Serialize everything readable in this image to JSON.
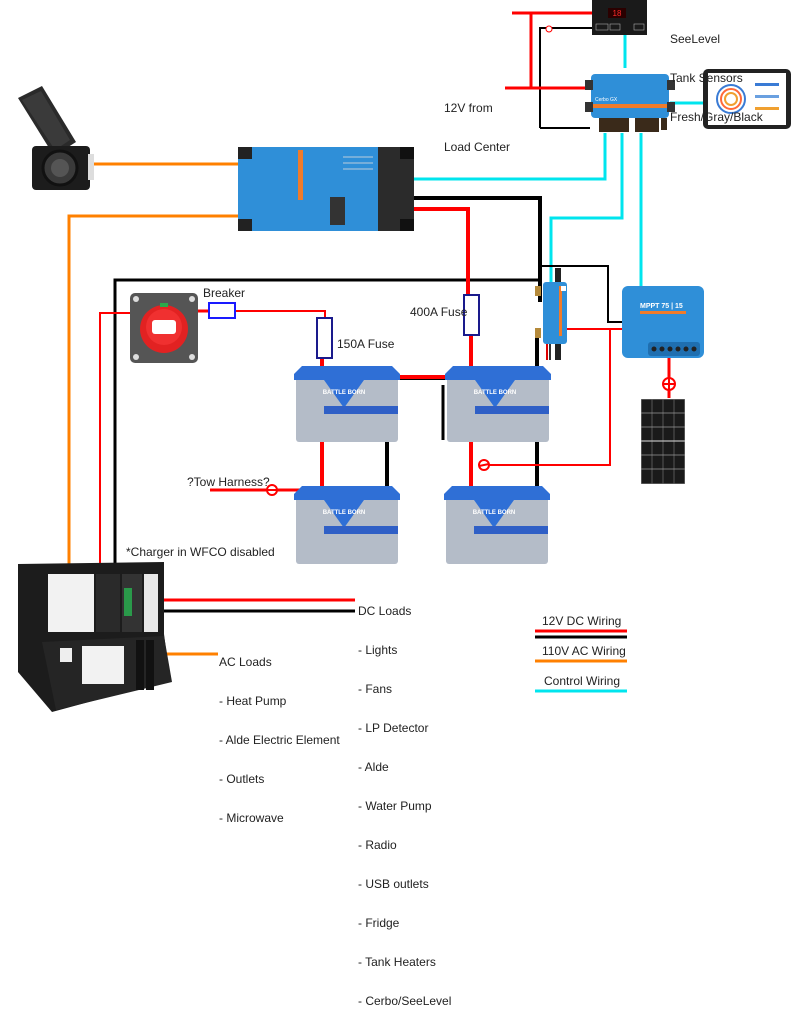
{
  "colors": {
    "dc_positive": "#ff0000",
    "dc_negative": "#000000",
    "ac": "#ff8000",
    "control": "#00e5ee",
    "fuse_outline": "#1a1a8c",
    "victron_blue": "#2f8fd8"
  },
  "labels": {
    "seelevel": [
      "SeeLevel",
      "Tank Sensors",
      "Fresh/Gray/Black"
    ],
    "load_center_feed": [
      "12V from",
      "Load Center"
    ],
    "breaker": "Breaker",
    "fuse_150": "150A Fuse",
    "fuse_400": "400A Fuse",
    "tow_harness": "?Tow Harness?",
    "charger_note": "*Charger in WFCO disabled",
    "ac_loads_title": "AC Loads",
    "ac_loads": [
      "- Heat Pump",
      "- Alde Electric Element",
      "- Outlets",
      "- Microwave"
    ],
    "dc_loads_title": "DC Loads",
    "dc_loads": [
      "- Lights",
      "- Fans",
      "- LP Detector",
      "- Alde",
      "- Water Pump",
      "- Radio",
      "- USB outlets",
      "- Fridge",
      "- Tank Heaters",
      "- Cerbo/SeeLevel"
    ]
  },
  "legend": [
    {
      "label": "12V DC Wiring",
      "swatches": [
        "dc_positive",
        "dc_negative"
      ]
    },
    {
      "label": "110V AC Wiring",
      "swatches": [
        "ac"
      ]
    },
    {
      "label": "Control Wiring",
      "swatches": [
        "control"
      ]
    }
  ],
  "devices": {
    "shore_inlet": "shore-power-inlet",
    "inverter": "MultiPlus inverter/charger",
    "cerbo": "Cerbo GX",
    "touch_display": "GX Touch display",
    "seelevel_monitor": "SeeLevel monitor",
    "battery_switch": "battery disconnect switch",
    "smart_shunt": "SmartShunt",
    "mppt": "MPPT 75 | 15",
    "solar_panel": "solar panel",
    "batteries": [
      "Battle Born",
      "Battle Born",
      "Battle Born",
      "Battle Born"
    ],
    "load_center": "WFCO load center"
  },
  "device_text": {
    "cerbo_name": "Cerbo GX",
    "mppt_model": "MPPT 75 | 15",
    "battery_brand": "BATTLE BORN",
    "seelevel_display": "18"
  }
}
